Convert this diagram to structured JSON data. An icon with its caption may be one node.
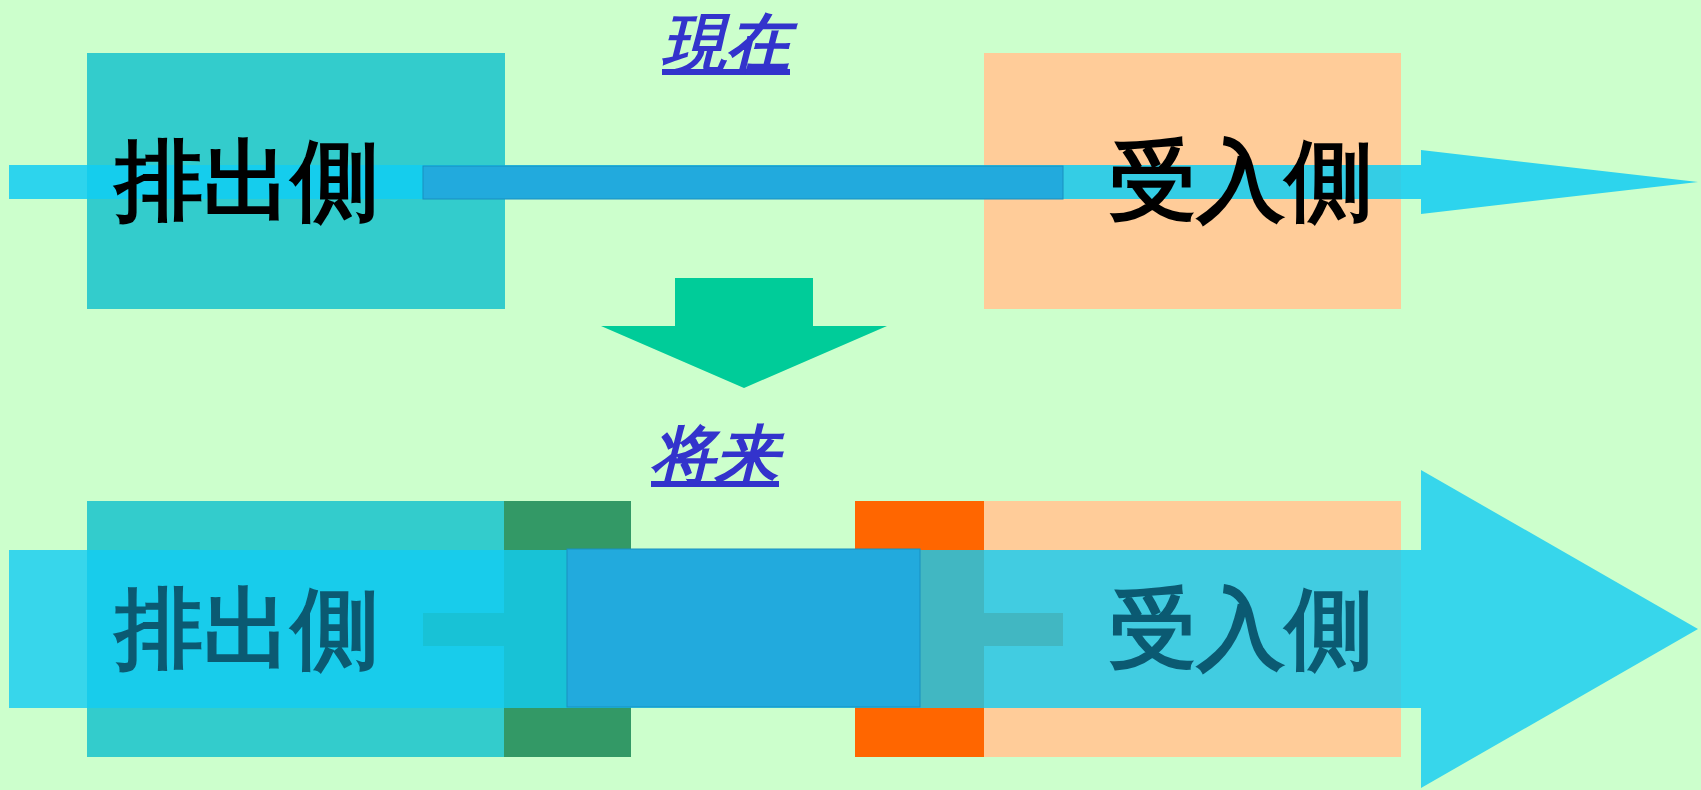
{
  "diagram": {
    "nodes": [
      {
        "text": [
          "排出側"
        ]
      },
      {
        "text": [
          "受入側"
        ]
      },
      {
        "text": [
          "排出側"
        ]
      },
      {
        "text": [
          "受入側"
        ]
      }
    ],
    "edges": [
      {
        "from": 0,
        "to": 1,
        "arrow": "to"
      },
      {
        "from": 2,
        "to": 3,
        "arrow": "to",
        "style": "thick"
      }
    ],
    "labels": [
      "現在",
      "将来"
    ]
  }
}
